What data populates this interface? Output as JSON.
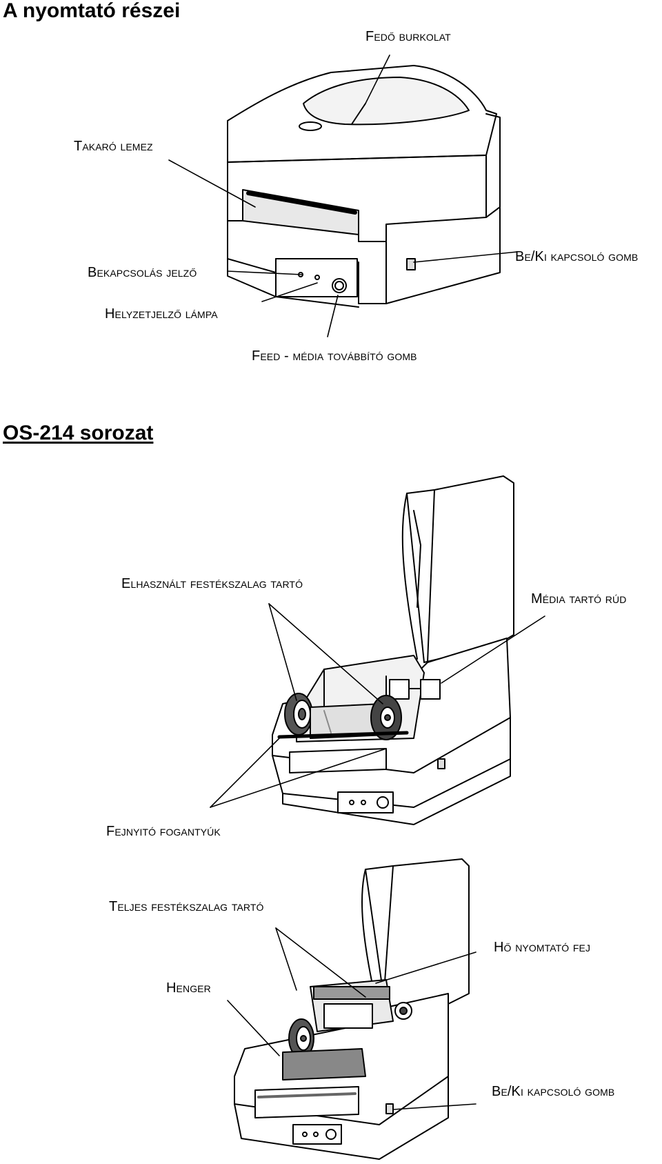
{
  "document": {
    "title": "A nyomtató részei",
    "series_heading": "OS-214 sorozat"
  },
  "figure1": {
    "labels": {
      "top_cover": "Fedő burkolat",
      "cover_plate": "Takaró lemez",
      "power_indicator": "Bekapcsolás jelző",
      "power_switch": "Be/Ki kapcsoló gomb",
      "status_lamp": "Helyzetjelző lámpa",
      "feed_button": "Feed - média továbbító gomb"
    }
  },
  "figure2": {
    "labels": {
      "used_ribbon_holder": "Elhasznált festékszalag tartó",
      "media_holder_rod": "Média tartó rúd",
      "head_release_levers": "Fejnyitó fogantyúk"
    }
  },
  "figure3": {
    "labels": {
      "full_ribbon_holder": "Teljes festékszalag tartó",
      "thermal_head": "Hő nyomtató fej",
      "platen_roller": "Henger",
      "power_switch": "Be/Ki kapcsoló gomb"
    }
  }
}
